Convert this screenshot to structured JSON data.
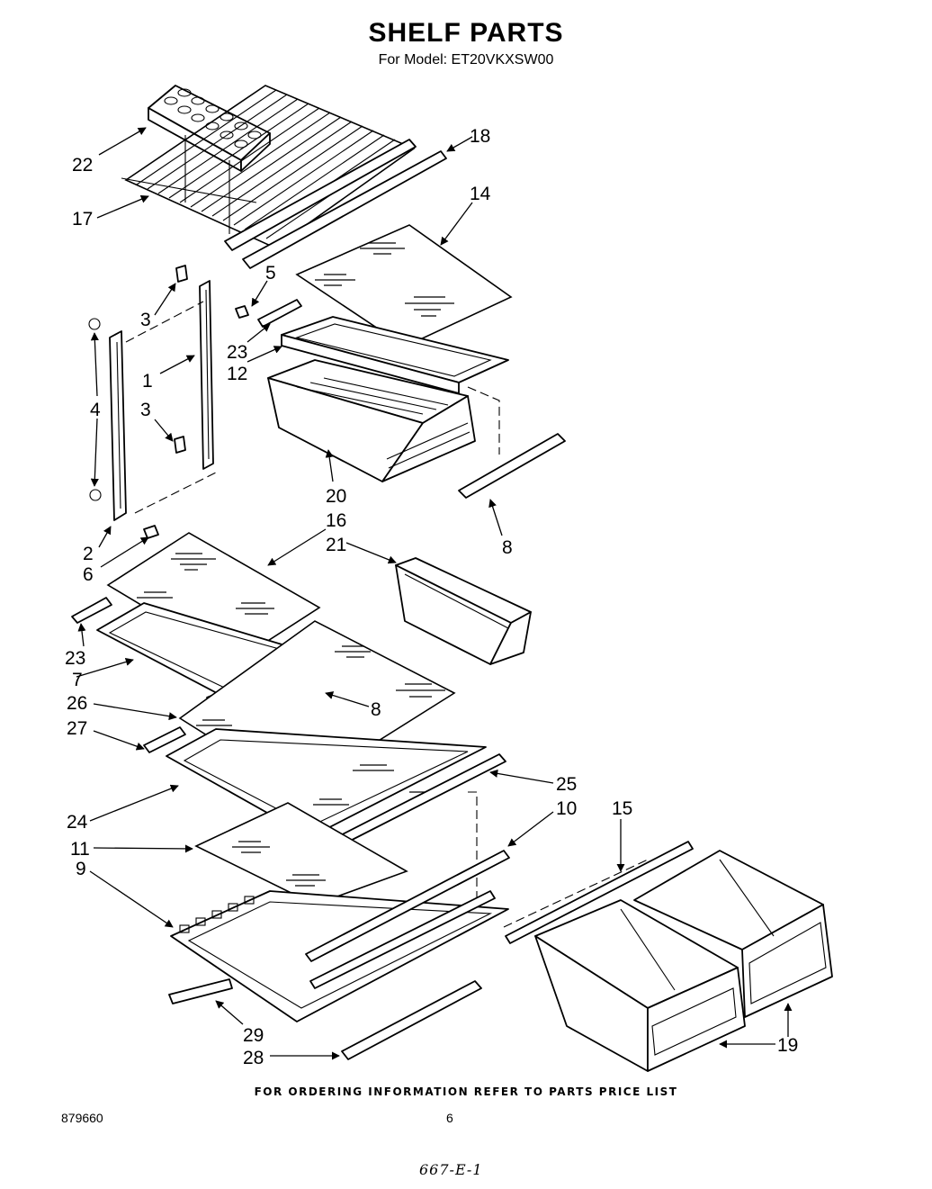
{
  "header": {
    "title": "SHELF PARTS",
    "model": "For Model: ET20VKXSW00"
  },
  "footer": {
    "note": "FOR ORDERING INFORMATION REFER TO PARTS PRICE LIST",
    "doc_number": "879660",
    "page_number": "6",
    "handwritten": "667-E-1"
  },
  "callouts": {
    "c1": "1",
    "c2": "2",
    "c3a": "3",
    "c3b": "3",
    "c4": "4",
    "c5": "5",
    "c6": "6",
    "c7": "7",
    "c8a": "8",
    "c8b": "8",
    "c9": "9",
    "c10": "10",
    "c11": "11",
    "c12": "12",
    "c14": "14",
    "c15": "15",
    "c16": "16",
    "c17": "17",
    "c18": "18",
    "c19": "19",
    "c20": "20",
    "c21": "21",
    "c22": "22",
    "c23a": "23",
    "c23b": "23",
    "c24": "24",
    "c25": "25",
    "c26": "26",
    "c27": "27",
    "c28": "28",
    "c29": "29"
  }
}
